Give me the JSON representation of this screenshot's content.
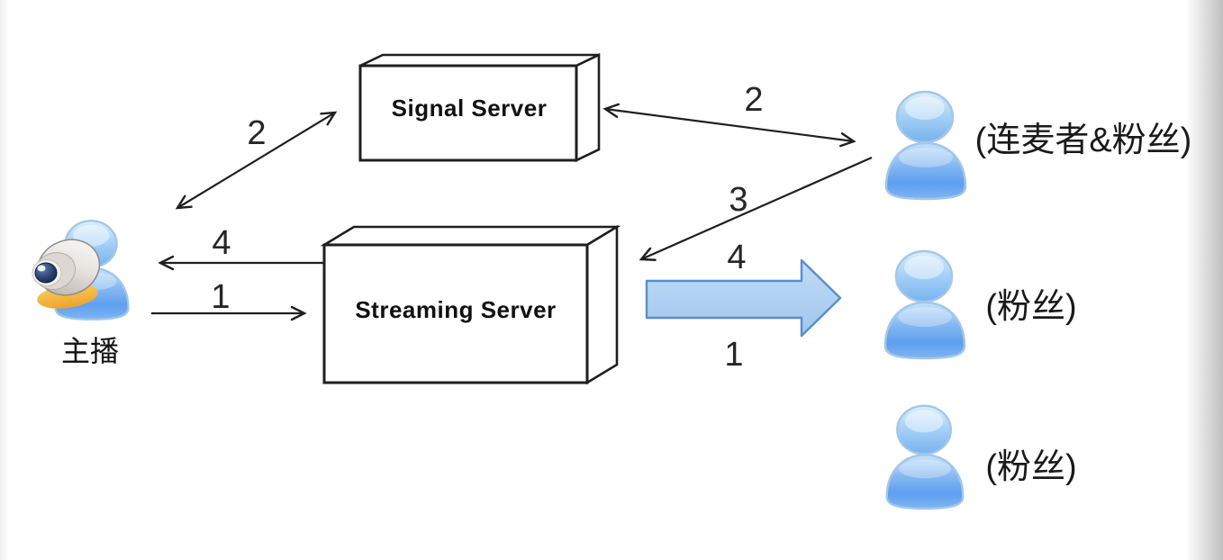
{
  "diagram": {
    "servers": {
      "signal": {
        "label": "Signal Server"
      },
      "streaming": {
        "label": "Streaming Server"
      }
    },
    "actors": {
      "broadcaster": {
        "label": "主播"
      },
      "cohost": {
        "label": "(连麦者&粉丝)"
      },
      "fan_middle": {
        "label": "(粉丝)"
      },
      "fan_bottom": {
        "label": "(粉丝)"
      }
    },
    "flows": {
      "broadcaster_signal": {
        "label": "2",
        "style": "double-arrow"
      },
      "signal_cohost": {
        "label": "2",
        "style": "double-arrow"
      },
      "streaming_to_broadcaster": {
        "label": "4",
        "style": "arrow"
      },
      "broadcaster_to_streaming": {
        "label": "1",
        "style": "arrow"
      },
      "cohost_to_streaming": {
        "label": "3",
        "style": "arrow"
      },
      "cohost_streaming_second": {
        "label": "4",
        "style": "label-only"
      },
      "streaming_to_fans": {
        "label": "1",
        "style": "block-arrow"
      }
    },
    "colors": {
      "person_icon_blue": "#7db4f0",
      "block_arrow_fill": "#b5d4f1",
      "block_arrow_border": "#5a8ec9",
      "line_color": "#1f1f1f",
      "server_box_fill": "#ffffff",
      "server_box_border": "#1f1f1f",
      "webcam_lens_navy": "#16294e",
      "webcam_base_yellow": "#f0ad33"
    },
    "icons": {
      "broadcaster": "webcam-person-icon",
      "viewer": "person-icon"
    }
  }
}
